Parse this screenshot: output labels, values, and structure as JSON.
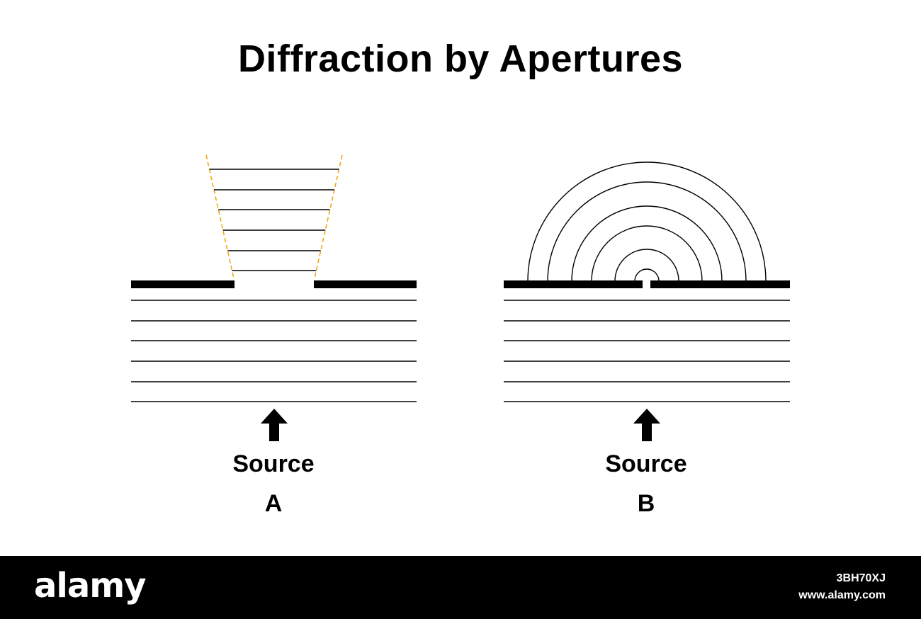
{
  "title": "Diffraction by Apertures",
  "panels": [
    {
      "id": "A",
      "source_label": "Source",
      "letter": "A"
    },
    {
      "id": "B",
      "source_label": "Source",
      "letter": "B"
    }
  ],
  "colors": {
    "line": "#000000",
    "cone_guide": "#f0a500",
    "footer_bg": "#000000",
    "footer_text": "#ffffff"
  },
  "watermark": {
    "brand": "alamy",
    "image_id": "3BH70XJ",
    "site": "www.alamy.com"
  }
}
